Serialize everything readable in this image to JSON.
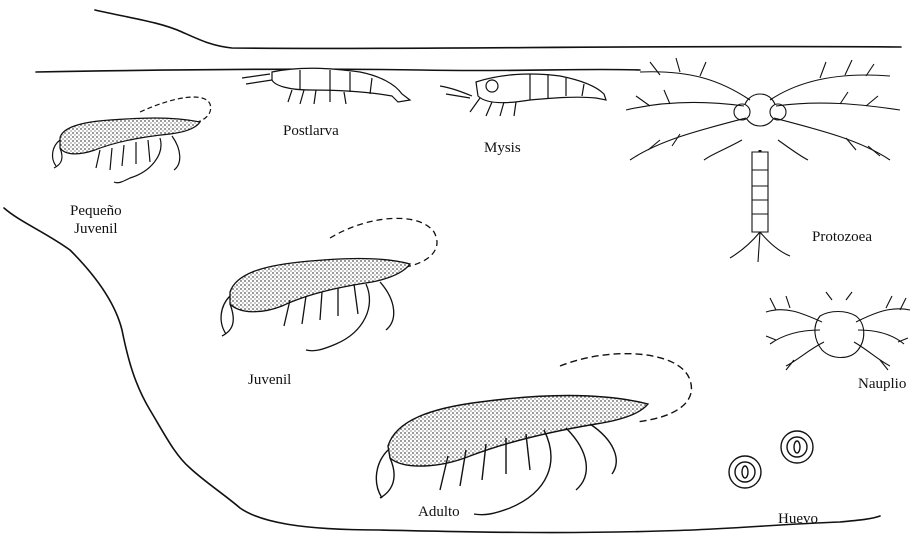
{
  "stages": {
    "pequeno_juvenil": {
      "line1": "Pequeño",
      "line2": "Juvenil"
    },
    "postlarva": "Postlarva",
    "mysis": "Mysis",
    "protozoea": "Protozoea",
    "juvenil": "Juvenil",
    "nauplio": "Nauplio",
    "adulto": "Adulto",
    "huevo": "Huevo"
  },
  "colors": {
    "ink": "#111111",
    "shading": "#8a8a8a",
    "background": "#ffffff"
  }
}
